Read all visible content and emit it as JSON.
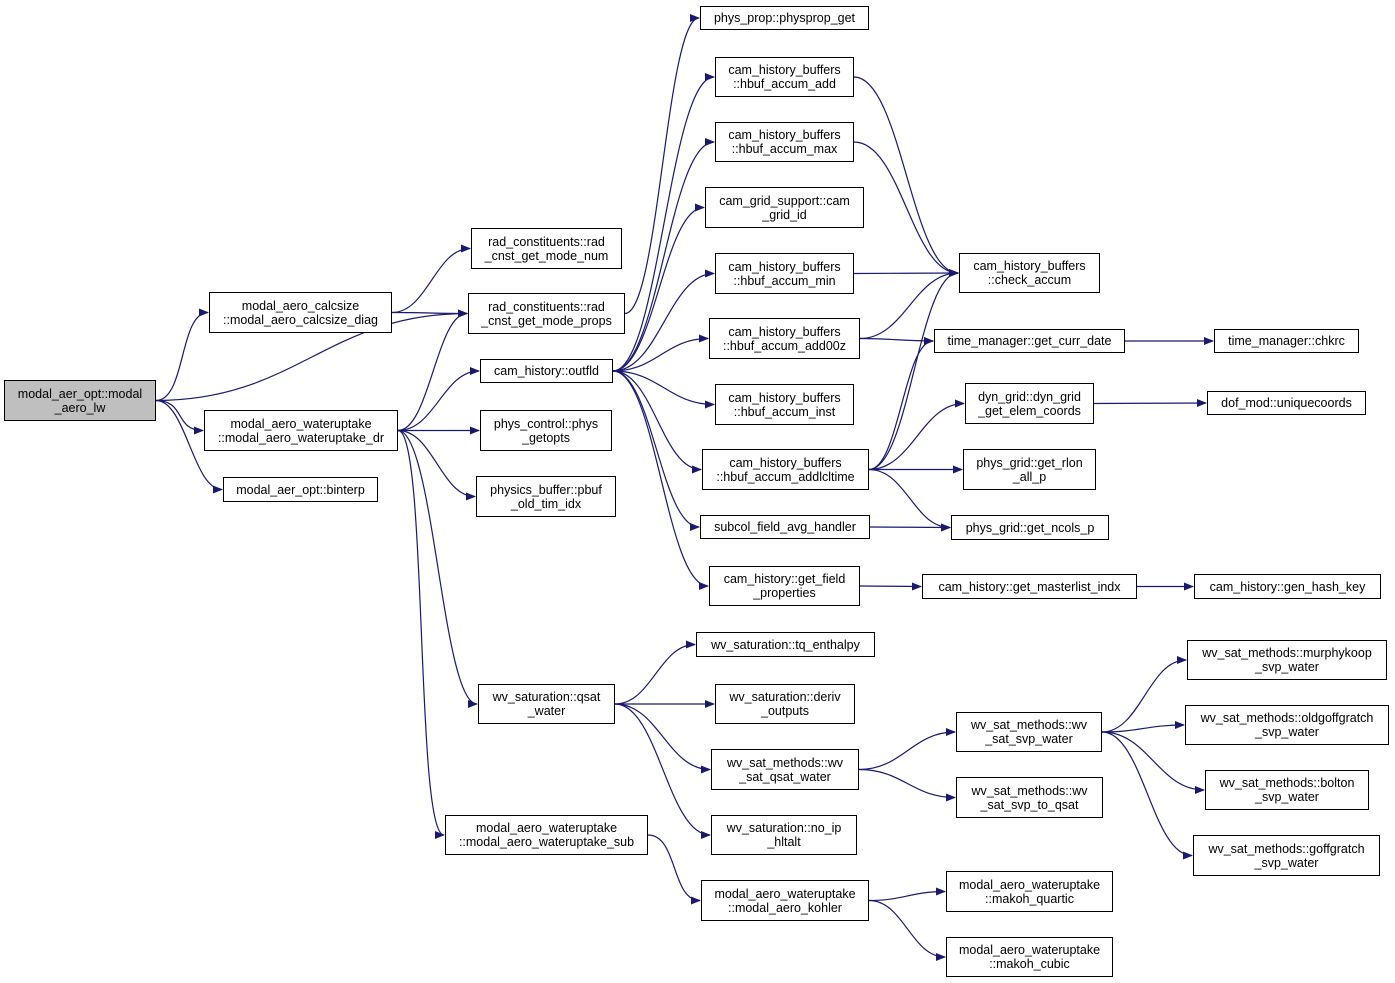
{
  "graph": {
    "edge_color": "#191970",
    "nodes": [
      {
        "id": "n_root",
        "label": "modal_aer_opt::modal\n_aero_lw",
        "highlight": true
      },
      {
        "id": "n_calcsize",
        "label": "modal_aero_calcsize\n::modal_aero_calcsize_diag"
      },
      {
        "id": "n_wateruptake_dr",
        "label": "modal_aero_wateruptake\n::modal_aero_wateruptake_dr"
      },
      {
        "id": "n_binterp",
        "label": "modal_aer_opt::binterp"
      },
      {
        "id": "n_mode_num",
        "label": "rad_constituents::rad\n_cnst_get_mode_num"
      },
      {
        "id": "n_mode_props",
        "label": "rad_constituents::rad\n_cnst_get_mode_props"
      },
      {
        "id": "n_outfld",
        "label": "cam_history::outfld"
      },
      {
        "id": "n_getopts",
        "label": "phys_control::phys\n_getopts"
      },
      {
        "id": "n_pbuf",
        "label": "physics_buffer::pbuf\n_old_tim_idx"
      },
      {
        "id": "n_qsat_water",
        "label": "wv_saturation::qsat\n_water"
      },
      {
        "id": "n_wateruptake_sub",
        "label": "modal_aero_wateruptake\n::modal_aero_wateruptake_sub"
      },
      {
        "id": "n_physprop",
        "label": "phys_prop::physprop_get"
      },
      {
        "id": "n_accum_add",
        "label": "cam_history_buffers\n::hbuf_accum_add"
      },
      {
        "id": "n_accum_max",
        "label": "cam_history_buffers\n::hbuf_accum_max"
      },
      {
        "id": "n_grid_id",
        "label": "cam_grid_support::cam\n_grid_id"
      },
      {
        "id": "n_accum_min",
        "label": "cam_history_buffers\n::hbuf_accum_min"
      },
      {
        "id": "n_accum_add00z",
        "label": "cam_history_buffers\n::hbuf_accum_add00z"
      },
      {
        "id": "n_accum_inst",
        "label": "cam_history_buffers\n::hbuf_accum_inst"
      },
      {
        "id": "n_accum_addlcltime",
        "label": "cam_history_buffers\n::hbuf_accum_addlcltime"
      },
      {
        "id": "n_subcol",
        "label": "subcol_field_avg_handler"
      },
      {
        "id": "n_get_field_props",
        "label": "cam_history::get_field\n_properties"
      },
      {
        "id": "n_check_accum",
        "label": "cam_history_buffers\n::check_accum"
      },
      {
        "id": "n_curr_date",
        "label": "time_manager::get_curr_date"
      },
      {
        "id": "n_chkrc",
        "label": "time_manager::chkrc"
      },
      {
        "id": "n_elem_coords",
        "label": "dyn_grid::dyn_grid\n_get_elem_coords"
      },
      {
        "id": "n_uniquecoords",
        "label": "dof_mod::uniquecoords"
      },
      {
        "id": "n_get_rlon",
        "label": "phys_grid::get_rlon\n_all_p"
      },
      {
        "id": "n_get_ncols",
        "label": "phys_grid::get_ncols_p"
      },
      {
        "id": "n_masterlist",
        "label": "cam_history::get_masterlist_indx"
      },
      {
        "id": "n_hash_key",
        "label": "cam_history::gen_hash_key"
      },
      {
        "id": "n_tq_enthalpy",
        "label": "wv_saturation::tq_enthalpy"
      },
      {
        "id": "n_deriv_outputs",
        "label": "wv_saturation::deriv\n_outputs"
      },
      {
        "id": "n_sat_qsat_water",
        "label": "wv_sat_methods::wv\n_sat_qsat_water"
      },
      {
        "id": "n_no_ip_hltalt",
        "label": "wv_saturation::no_ip\n_hltalt"
      },
      {
        "id": "n_sat_svp_water",
        "label": "wv_sat_methods::wv\n_sat_svp_water"
      },
      {
        "id": "n_svp_to_qsat",
        "label": "wv_sat_methods::wv\n_sat_svp_to_qsat"
      },
      {
        "id": "n_murphykoop",
        "label": "wv_sat_methods::murphykoop\n_svp_water"
      },
      {
        "id": "n_oldgoffgratch",
        "label": "wv_sat_methods::oldgoffgratch\n_svp_water"
      },
      {
        "id": "n_bolton",
        "label": "wv_sat_methods::bolton\n_svp_water"
      },
      {
        "id": "n_goffgratch",
        "label": "wv_sat_methods::goffgratch\n_svp_water"
      },
      {
        "id": "n_kohler",
        "label": "modal_aero_wateruptake\n::modal_aero_kohler"
      },
      {
        "id": "n_makoh_quartic",
        "label": "modal_aero_wateruptake\n::makoh_quartic"
      },
      {
        "id": "n_makoh_cubic",
        "label": "modal_aero_wateruptake\n::makoh_cubic"
      }
    ],
    "edges": [
      [
        "n_root",
        "n_calcsize"
      ],
      [
        "n_root",
        "n_mode_props"
      ],
      [
        "n_root",
        "n_wateruptake_dr"
      ],
      [
        "n_root",
        "n_binterp"
      ],
      [
        "n_calcsize",
        "n_mode_num"
      ],
      [
        "n_calcsize",
        "n_mode_props"
      ],
      [
        "n_wateruptake_dr",
        "n_mode_props"
      ],
      [
        "n_wateruptake_dr",
        "n_outfld"
      ],
      [
        "n_wateruptake_dr",
        "n_getopts"
      ],
      [
        "n_wateruptake_dr",
        "n_pbuf"
      ],
      [
        "n_wateruptake_dr",
        "n_qsat_water"
      ],
      [
        "n_wateruptake_dr",
        "n_wateruptake_sub"
      ],
      [
        "n_mode_props",
        "n_physprop"
      ],
      [
        "n_outfld",
        "n_accum_add"
      ],
      [
        "n_outfld",
        "n_accum_max"
      ],
      [
        "n_outfld",
        "n_grid_id"
      ],
      [
        "n_outfld",
        "n_accum_min"
      ],
      [
        "n_outfld",
        "n_accum_add00z"
      ],
      [
        "n_outfld",
        "n_accum_inst"
      ],
      [
        "n_outfld",
        "n_accum_addlcltime"
      ],
      [
        "n_outfld",
        "n_subcol"
      ],
      [
        "n_outfld",
        "n_get_field_props"
      ],
      [
        "n_accum_add",
        "n_check_accum"
      ],
      [
        "n_accum_max",
        "n_check_accum"
      ],
      [
        "n_accum_min",
        "n_check_accum"
      ],
      [
        "n_accum_add00z",
        "n_check_accum"
      ],
      [
        "n_accum_add00z",
        "n_curr_date"
      ],
      [
        "n_accum_addlcltime",
        "n_check_accum"
      ],
      [
        "n_accum_addlcltime",
        "n_curr_date"
      ],
      [
        "n_accum_addlcltime",
        "n_elem_coords"
      ],
      [
        "n_accum_addlcltime",
        "n_get_rlon"
      ],
      [
        "n_accum_addlcltime",
        "n_get_ncols"
      ],
      [
        "n_subcol",
        "n_get_ncols"
      ],
      [
        "n_curr_date",
        "n_chkrc"
      ],
      [
        "n_elem_coords",
        "n_uniquecoords"
      ],
      [
        "n_get_field_props",
        "n_masterlist"
      ],
      [
        "n_masterlist",
        "n_hash_key"
      ],
      [
        "n_qsat_water",
        "n_tq_enthalpy"
      ],
      [
        "n_qsat_water",
        "n_deriv_outputs"
      ],
      [
        "n_qsat_water",
        "n_sat_qsat_water"
      ],
      [
        "n_qsat_water",
        "n_no_ip_hltalt"
      ],
      [
        "n_sat_qsat_water",
        "n_sat_svp_water"
      ],
      [
        "n_sat_qsat_water",
        "n_svp_to_qsat"
      ],
      [
        "n_sat_svp_water",
        "n_murphykoop"
      ],
      [
        "n_sat_svp_water",
        "n_oldgoffgratch"
      ],
      [
        "n_sat_svp_water",
        "n_bolton"
      ],
      [
        "n_sat_svp_water",
        "n_goffgratch"
      ],
      [
        "n_wateruptake_sub",
        "n_kohler"
      ],
      [
        "n_kohler",
        "n_makoh_quartic"
      ],
      [
        "n_kohler",
        "n_makoh_cubic"
      ]
    ]
  }
}
